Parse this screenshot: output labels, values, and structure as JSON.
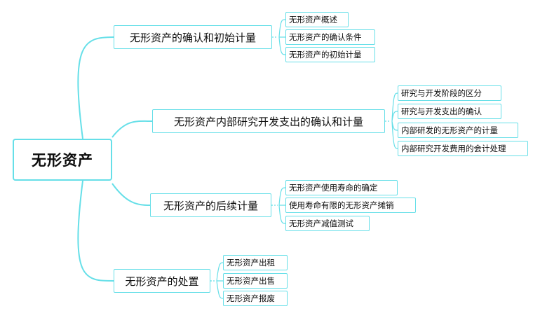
{
  "root": {
    "label": "无形资产"
  },
  "branches": [
    {
      "label": "无形资产的确认和初始计量",
      "items": [
        "无形资产概述",
        "无形资产的确认条件",
        "无形资产的初始计量"
      ]
    },
    {
      "label": "无形资产内部研究开发支出的确认和计量",
      "items": [
        "研究与开发阶段的区分",
        "研究与开发支出的确认",
        "内部研发的无形资产的计量",
        "内部研究开发费用的会计处理"
      ]
    },
    {
      "label": "无形资产的后续计量",
      "items": [
        "无形资产使用寿命的确定",
        "使用寿命有限的无形资产摊销",
        "无形资产减值测试"
      ]
    },
    {
      "label": "无形资产的处置",
      "items": [
        "无形资产出租",
        "无形资产出售",
        "无形资产报废"
      ]
    }
  ],
  "colors": {
    "connector": "#66dfe8",
    "border": "#66dfe8",
    "text": "#0d0d0d"
  }
}
